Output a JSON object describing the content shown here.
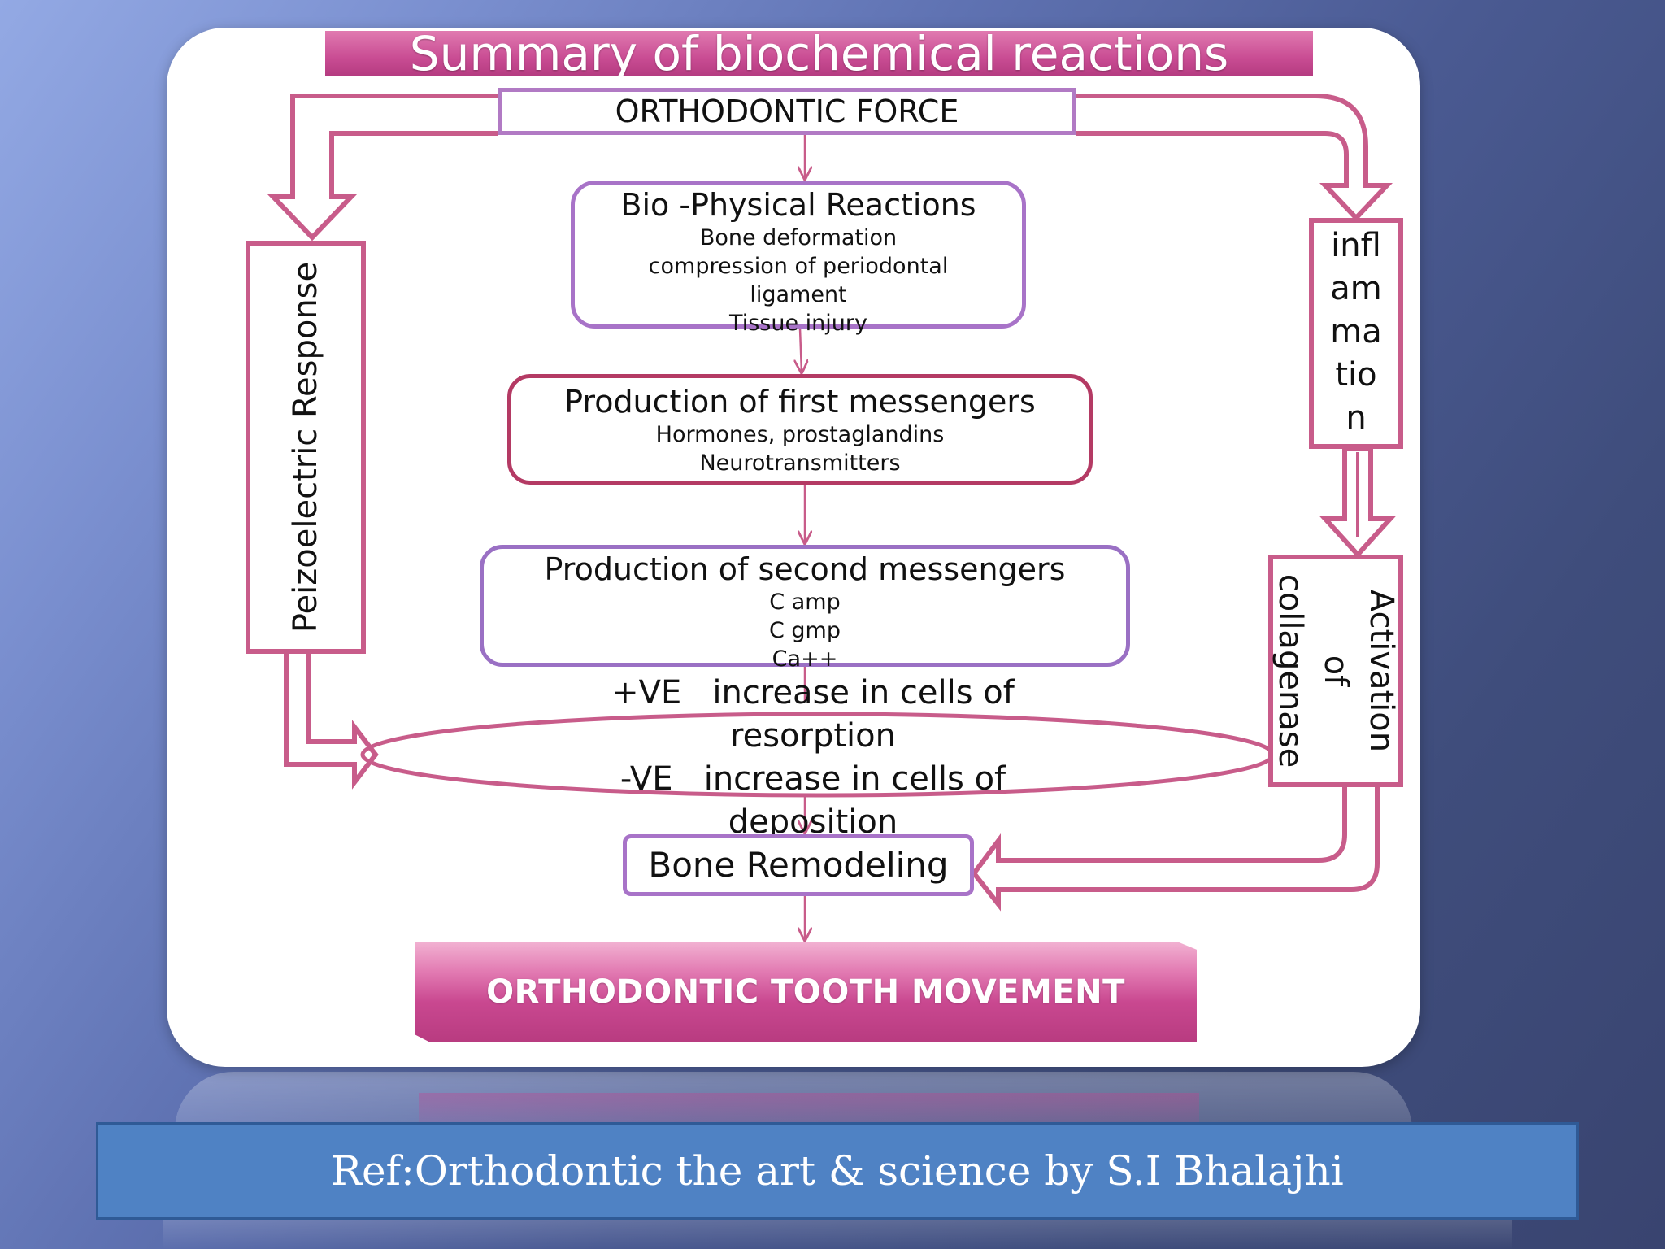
{
  "title": "Summary of biochemical reactions",
  "orthodontic_force": "ORTHODONTIC FORCE",
  "bio_physical": {
    "heading": "Bio -Physical Reactions",
    "lines": [
      "Bone deformation",
      "compression of periodontal",
      "ligament",
      "Tissue injury"
    ]
  },
  "first_messengers": {
    "heading": "Production of first messengers",
    "lines": [
      "Hormones, prostaglandins",
      "Neurotransmitters"
    ]
  },
  "second_messengers": {
    "heading": "Production of second messengers",
    "lines": [
      "C amp",
      "C gmp",
      "Ca++"
    ]
  },
  "peizoelectric": "Peizoelectric Response",
  "inflammation": [
    "infl",
    "am",
    "ma",
    "tio",
    "n"
  ],
  "activation": [
    "Activation",
    "of",
    "collagenase"
  ],
  "effects": [
    "+VE   increase in cells of",
    "resorption",
    "-VE   increase in cells of",
    "deposition"
  ],
  "bone_remodeling": "Bone Remodeling",
  "tooth_movement": "ORTHODONTIC TOOTH MOVEMENT",
  "reference": "Ref:Orthodontic the art & science by S.I Bhalajhi",
  "colors": {
    "accent_pink": "#c85c8a",
    "accent_purple": "#a873c8",
    "title_bar": "#c94c93",
    "ref_bar": "#4f82c4"
  }
}
